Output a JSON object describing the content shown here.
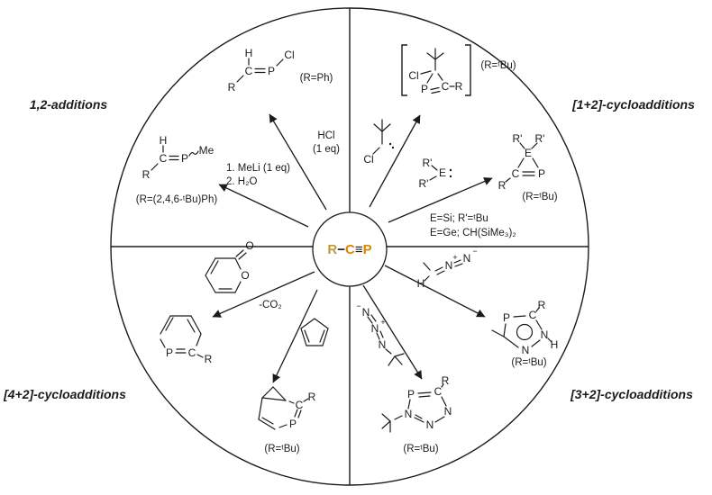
{
  "quadrants": {
    "top_left": "1,2-additions",
    "top_right": "[1+2]-cycloadditions",
    "bottom_left": "[4+2]-cycloadditions",
    "bottom_right": "[3+2]-cycloadditions"
  },
  "center": {
    "r": "R",
    "single_bond": "−",
    "c": "C",
    "triple_bond": "≡",
    "p": "P"
  },
  "colors": {
    "orange": "#DC8500",
    "gold": "#C39738",
    "ink": "#1B1B1B"
  },
  "atoms": {
    "h": "H",
    "c": "C",
    "p": "P",
    "n": "N",
    "o": "O",
    "cl": "Cl",
    "r": "R",
    "r_prime": "R'",
    "e": "E",
    "me": "Me",
    "plus": "+",
    "minus": "−"
  },
  "labels": {
    "hcl": "HCl",
    "hcl_eq": "(1 eq)",
    "meli_step1": "1. MeLi (1 eq)",
    "meli_step2": "2. H₂O",
    "r_eq_ph": "(R=Ph)",
    "r_eq_mes": "(R=(2,4,6-ᵗBu)Ph)",
    "r_eq_tbu": "(R=ᵗBu)",
    "minus_co2": "-CO₂",
    "cond_si": "E=Si; R'=ᵗBu",
    "cond_ge": "E=Ge; CH(SiMe₃)₂"
  }
}
